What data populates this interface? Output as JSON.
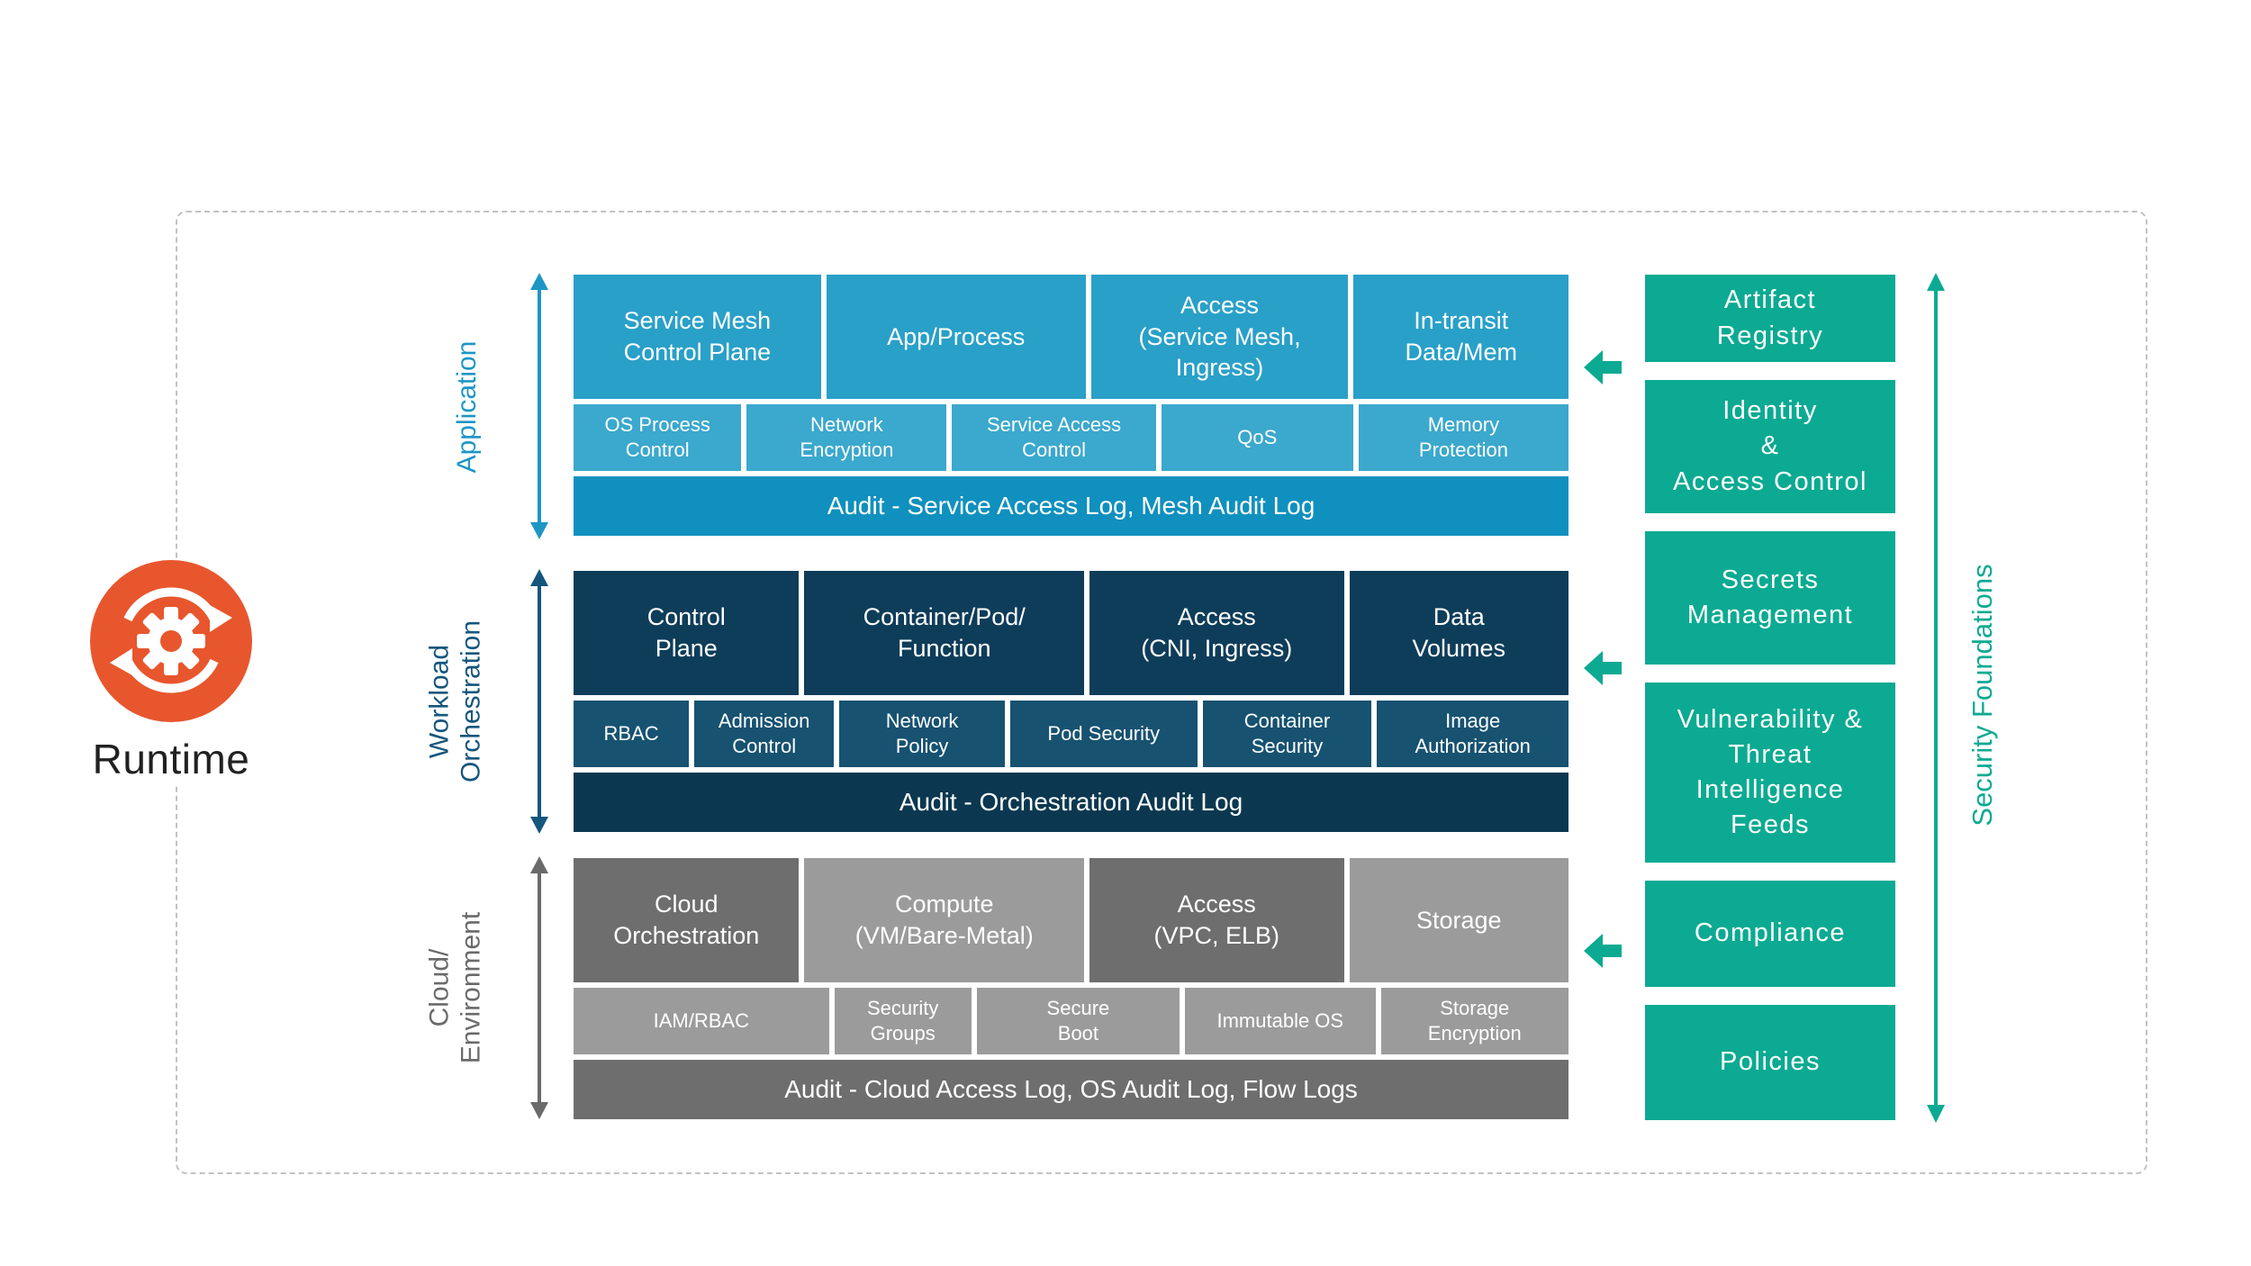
{
  "runtime": {
    "label": "Runtime"
  },
  "side_labels": {
    "application": "Application",
    "workload": "Workload\nOrchestration",
    "cloud": "Cloud/\nEnvironment",
    "security_foundations": "Security Foundations"
  },
  "layers": {
    "application": {
      "main": [
        "Service Mesh\nControl Plane",
        "App/Process",
        "Access\n(Service Mesh,\nIngress)",
        "In-transit\nData/Mem"
      ],
      "controls": [
        "OS Process\nControl",
        "Network\nEncryption",
        "Service Access\nControl",
        "QoS",
        "Memory\nProtection"
      ],
      "audit": "Audit - Service Access Log, Mesh Audit Log"
    },
    "workload": {
      "main": [
        "Control\nPlane",
        "Container/Pod/\nFunction",
        "Access\n(CNI, Ingress)",
        "Data\nVolumes"
      ],
      "controls": [
        "RBAC",
        "Admission\nControl",
        "Network\nPolicy",
        "Pod Security",
        "Container\nSecurity",
        "Image\nAuthorization"
      ],
      "audit": "Audit - Orchestration Audit Log"
    },
    "cloud": {
      "main": [
        "Cloud\nOrchestration",
        "Compute\n(VM/Bare-Metal)",
        "Access\n(VPC, ELB)",
        "Storage"
      ],
      "controls": [
        "IAM/RBAC",
        "Security\nGroups",
        "Secure\nBoot",
        "Immutable OS",
        "Storage\nEncryption"
      ],
      "audit": "Audit - Cloud Access Log, OS Audit Log, Flow Logs"
    }
  },
  "foundations": [
    "Artifact\nRegistry",
    "Identity\n&\nAccess Control",
    "Secrets\nManagement",
    "Vulnerability &\nThreat\nIntelligence\nFeeds",
    "Compliance",
    "Policies"
  ],
  "colors": {
    "application_main": "#29A0C8",
    "application_controls": "#3BA8CD",
    "application_audit": "#1090BE",
    "workload_main": "#0E3D5A",
    "workload_controls": "#175271",
    "workload_audit": "#0B3850",
    "cloud_dark": "#6E6E6E",
    "cloud_light": "#9B9B9B",
    "foundation_teal": "#0CAA92",
    "runtime_orange": "#E8562D",
    "application_label": "#1E96C5",
    "workload_label": "#14567D",
    "cloud_label": "#6A6A6A",
    "frame_dash": "#C2C2C2"
  }
}
